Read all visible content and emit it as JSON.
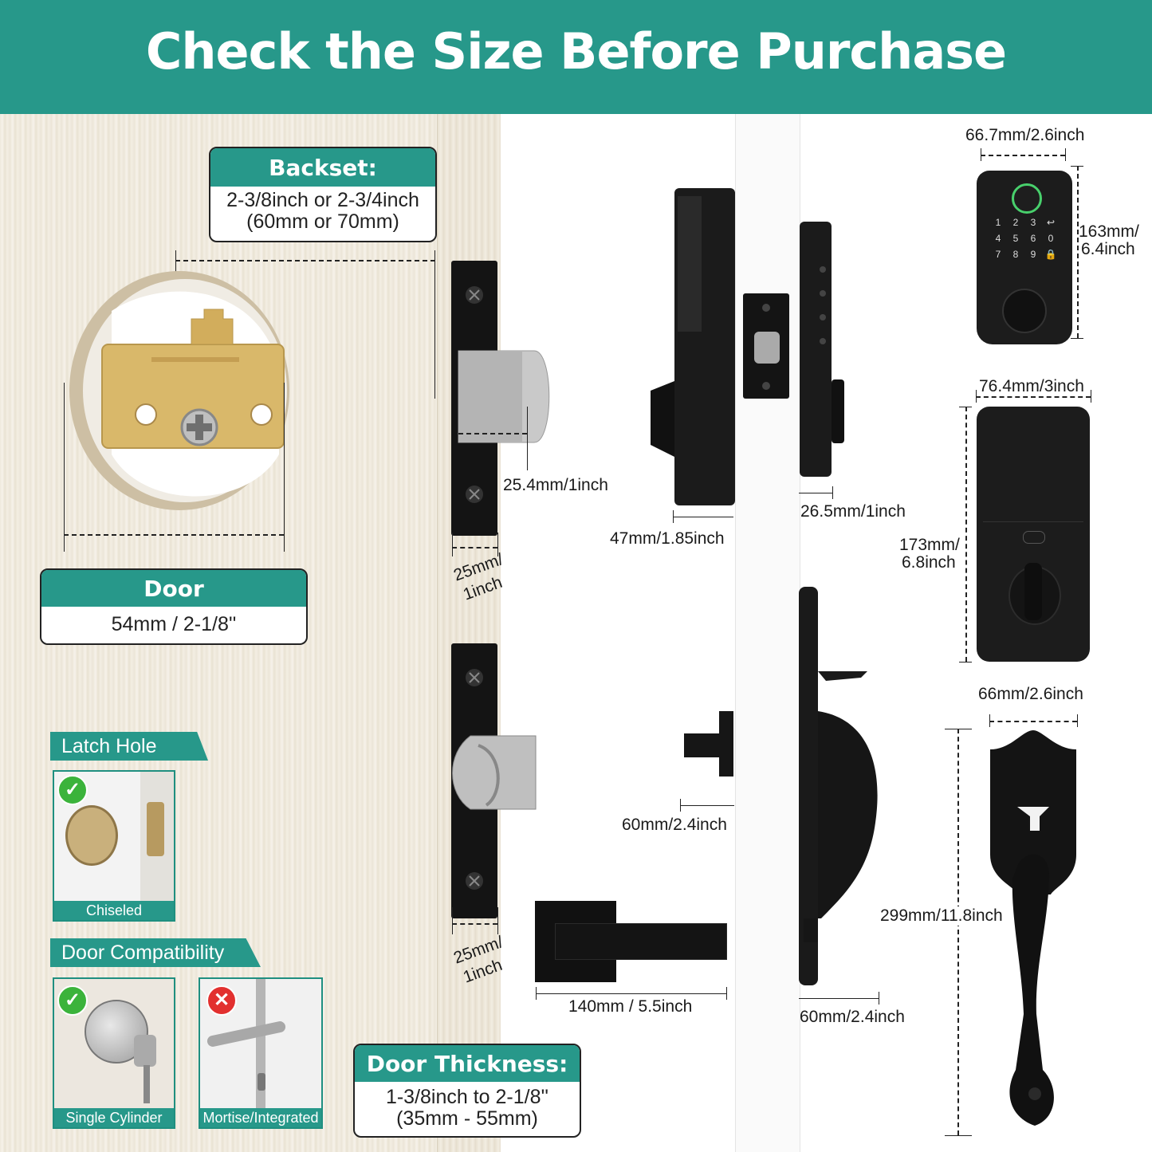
{
  "header": {
    "title": "Check the Size Before Purchase"
  },
  "backset": {
    "title": "Backset:",
    "line1": "2-3/8inch or 2-3/4inch",
    "line2": "(60mm or 70mm)"
  },
  "door_hole": {
    "title": "Door Hole(Diameter):",
    "value": "54mm / 2-1/8''"
  },
  "door_thickness": {
    "title": "Door Thickness:",
    "line1": "1-3/8inch to 2-1/8''",
    "line2": "(35mm - 55mm)"
  },
  "latch_hole": {
    "title": "Latch Hole",
    "caption": "Chiseled"
  },
  "door_compat": {
    "title": "Door Compatibility",
    "single": "Single Cylinder",
    "mortise": "Mortise/Integrated"
  },
  "dims": {
    "bolt_len": "25.4mm/1inch",
    "plate1_l1": "25mm/",
    "plate1_l2": "1inch",
    "plate2_l1": "25mm/",
    "plate2_l2": "1inch",
    "interior_depth": "47mm/1.85inch",
    "exterior_depth": "26.5mm/1inch",
    "keypad_width": "66.7mm/2.6inch",
    "keypad_height_l1": "163mm/",
    "keypad_height_l2": "6.4inch",
    "interior_width": "76.4mm/3inch",
    "interior_height_l1": "173mm/",
    "interior_height_l2": "6.8inch",
    "lever_depth": "60mm/2.4inch",
    "lever_length": "140mm / 5.5inch",
    "handle_depth": "60mm/2.4inch",
    "handle_width": "66mm/2.6inch",
    "handle_height": "299mm/11.8inch"
  },
  "keypad_keys": [
    "1",
    "2",
    "3",
    "↩",
    "4",
    "5",
    "6",
    "0",
    "7",
    "8",
    "9",
    "🔒"
  ],
  "colors": {
    "teal": "#27988a",
    "black": "#1b1b1b",
    "wood": "#efe9dc",
    "ok": "#3bb33b",
    "no": "#e2302f"
  }
}
